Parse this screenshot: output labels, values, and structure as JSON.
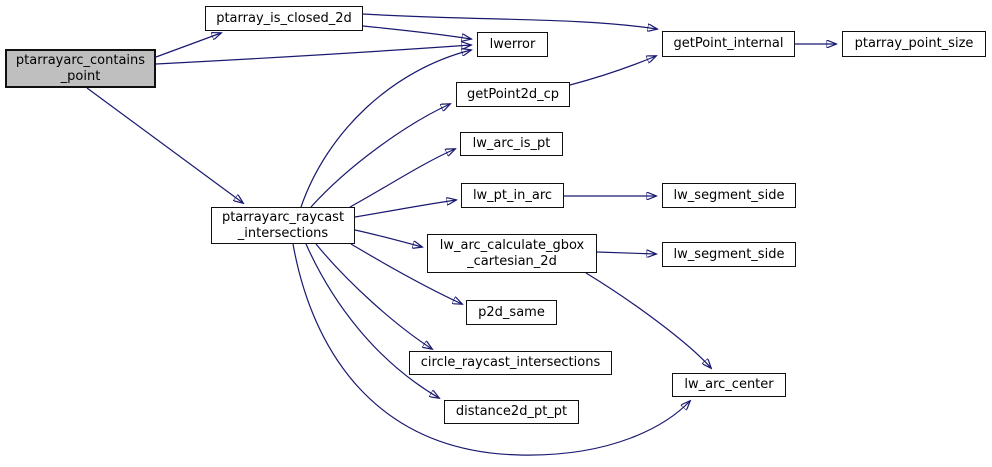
{
  "diagram": {
    "type": "doxygen-call-graph",
    "colors": {
      "edge": "#191970",
      "node_fill": "#ffffff",
      "node_border": "#000000",
      "highlight_fill": "#bfbfbf",
      "background": "#ffffff"
    }
  },
  "nodes": {
    "ptarrayarc_contains_point": {
      "label": "ptarrayarc_contains\n_point",
      "highlighted": true
    },
    "ptarray_is_closed_2d": {
      "label": "ptarray_is_closed_2d",
      "highlighted": false
    },
    "lwerror": {
      "label": "lwerror",
      "highlighted": false
    },
    "getPoint_internal": {
      "label": "getPoint_internal",
      "highlighted": false
    },
    "ptarray_point_size": {
      "label": "ptarray_point_size",
      "highlighted": false
    },
    "getPoint2d_cp": {
      "label": "getPoint2d_cp",
      "highlighted": false
    },
    "lw_arc_is_pt": {
      "label": "lw_arc_is_pt",
      "highlighted": false
    },
    "lw_pt_in_arc": {
      "label": "lw_pt_in_arc",
      "highlighted": false
    },
    "lw_segment_side_top": {
      "label": "lw_segment_side",
      "highlighted": false
    },
    "lw_segment_side_bottom": {
      "label": "lw_segment_side",
      "highlighted": false
    },
    "lw_arc_calculate_gbox_cartesian_2d": {
      "label": "lw_arc_calculate_gbox\n_cartesian_2d",
      "highlighted": false
    },
    "p2d_same": {
      "label": "p2d_same",
      "highlighted": false
    },
    "circle_raycast_intersections": {
      "label": "circle_raycast_intersections",
      "highlighted": false
    },
    "distance2d_pt_pt": {
      "label": "distance2d_pt_pt",
      "highlighted": false
    },
    "lw_arc_center": {
      "label": "lw_arc_center",
      "highlighted": false
    },
    "ptarrayarc_raycast_intersections": {
      "label": "ptarrayarc_raycast\n_intersections",
      "highlighted": false
    }
  },
  "edges": [
    {
      "from": "ptarrayarc_contains_point",
      "to": "ptarray_is_closed_2d"
    },
    {
      "from": "ptarrayarc_contains_point",
      "to": "lwerror"
    },
    {
      "from": "ptarrayarc_contains_point",
      "to": "ptarrayarc_raycast_intersections"
    },
    {
      "from": "ptarray_is_closed_2d",
      "to": "lwerror"
    },
    {
      "from": "ptarray_is_closed_2d",
      "to": "getPoint_internal"
    },
    {
      "from": "getPoint_internal",
      "to": "ptarray_point_size"
    },
    {
      "from": "getPoint2d_cp",
      "to": "getPoint_internal"
    },
    {
      "from": "ptarrayarc_raycast_intersections",
      "to": "lwerror"
    },
    {
      "from": "ptarrayarc_raycast_intersections",
      "to": "getPoint2d_cp"
    },
    {
      "from": "ptarrayarc_raycast_intersections",
      "to": "lw_arc_is_pt"
    },
    {
      "from": "ptarrayarc_raycast_intersections",
      "to": "lw_pt_in_arc"
    },
    {
      "from": "ptarrayarc_raycast_intersections",
      "to": "lw_arc_calculate_gbox_cartesian_2d"
    },
    {
      "from": "ptarrayarc_raycast_intersections",
      "to": "p2d_same"
    },
    {
      "from": "ptarrayarc_raycast_intersections",
      "to": "circle_raycast_intersections"
    },
    {
      "from": "ptarrayarc_raycast_intersections",
      "to": "distance2d_pt_pt"
    },
    {
      "from": "ptarrayarc_raycast_intersections",
      "to": "lw_arc_center"
    },
    {
      "from": "lw_pt_in_arc",
      "to": "lw_segment_side_top"
    },
    {
      "from": "lw_arc_calculate_gbox_cartesian_2d",
      "to": "lw_segment_side_bottom"
    },
    {
      "from": "lw_arc_calculate_gbox_cartesian_2d",
      "to": "lw_arc_center"
    }
  ]
}
